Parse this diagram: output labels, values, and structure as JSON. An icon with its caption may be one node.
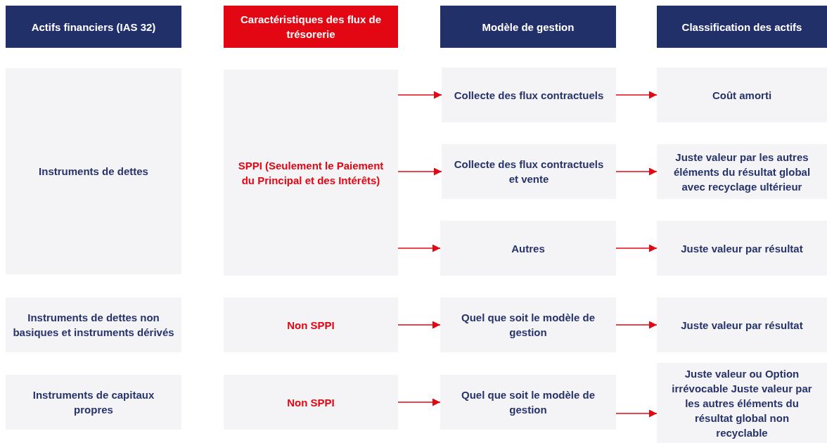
{
  "diagram": {
    "nodes": [
      {
        "text": [
          "Actifs financiers (IAS 32)"
        ]
      },
      {
        "text": [
          "Caractéristiques des flux de trésorerie"
        ]
      },
      {
        "text": [
          "Modèle de gestion"
        ]
      },
      {
        "text": [
          "Classification des actifs"
        ]
      },
      {
        "text": [
          "Instruments de dettes"
        ]
      },
      {
        "text": [
          "SPPI (Seulement le Paiement du Principal et des Intérêts)"
        ]
      },
      {
        "text": [
          "Collecte des flux contractuels"
        ]
      },
      {
        "text": [
          "Coût amorti"
        ]
      },
      {
        "text": [
          "Collecte des flux contractuels et vente"
        ]
      },
      {
        "text": [
          "Juste valeur par les autres éléments du résultat global avec recyclage ultérieur"
        ]
      },
      {
        "text": [
          "Autres"
        ]
      },
      {
        "text": [
          "Juste valeur par résultat"
        ]
      },
      {
        "text": [
          "Instruments de dettes non basiques et instruments dérivés"
        ]
      },
      {
        "text": [
          "Non SPPI"
        ]
      },
      {
        "text": [
          "Quel que soit le modèle de gestion"
        ]
      },
      {
        "text": [
          "Juste valeur par résultat"
        ]
      },
      {
        "text": [
          "Instruments de capitaux propres"
        ]
      },
      {
        "text": [
          "Non SPPI"
        ]
      },
      {
        "text": [
          "Quel que soit le modèle de gestion"
        ]
      },
      {
        "text": [
          "Juste valeur ou Option irrévocable Juste valeur par les autres éléments du résultat global non recyclable"
        ]
      }
    ],
    "edges": [
      {
        "from": 5,
        "to": 6,
        "arrow": "to"
      },
      {
        "from": 5,
        "to": 8,
        "arrow": "to"
      },
      {
        "from": 5,
        "to": 10,
        "arrow": "to"
      },
      {
        "from": 6,
        "to": 7,
        "arrow": "to"
      },
      {
        "from": 8,
        "to": 9,
        "arrow": "to"
      },
      {
        "from": 10,
        "to": 11,
        "arrow": "to"
      },
      {
        "from": 13,
        "to": 14,
        "arrow": "to"
      },
      {
        "from": 14,
        "to": 15,
        "arrow": "to"
      },
      {
        "from": 17,
        "to": 18,
        "arrow": "to"
      },
      {
        "from": 18,
        "to": 19,
        "arrow": "to"
      }
    ]
  }
}
